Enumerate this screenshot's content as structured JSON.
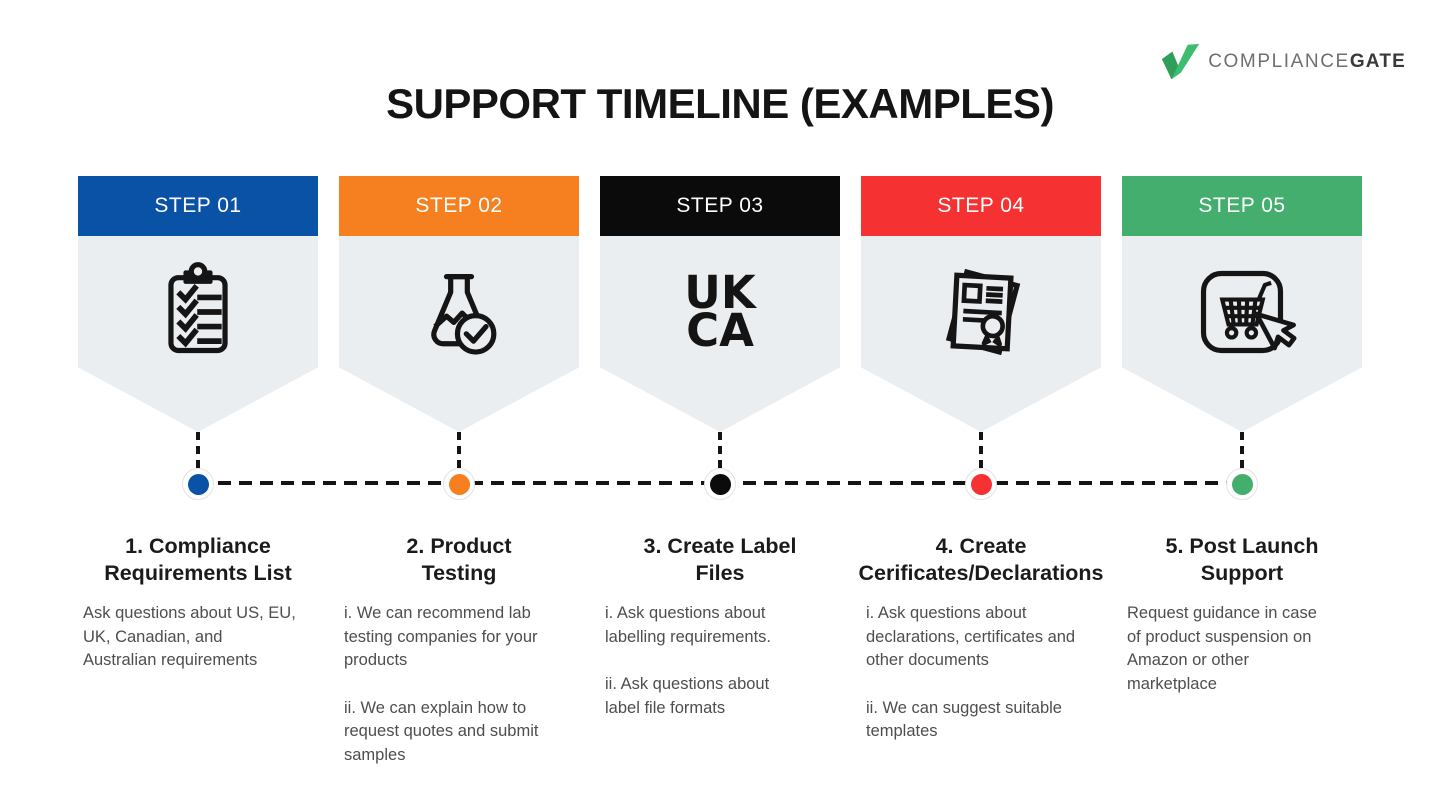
{
  "logo": {
    "brand_first": "COMPLIANCE",
    "brand_second": "GATE",
    "check_dark": "#2e9e58",
    "check_light": "#3ebd70"
  },
  "title": "SUPPORT TIMELINE (EXAMPLES)",
  "colors": {
    "panel_gray": "#ebeef1",
    "line_black": "#141414",
    "heading_text": "#1b1b1b",
    "body_text": "#4e4e4e"
  },
  "ukca": {
    "line1": "UK",
    "line2": "CA"
  },
  "steps": [
    {
      "label": "STEP 01",
      "color": "#0a52a6",
      "icon": "checklist-clipboard",
      "heading": "1. Compliance\nRequirements List",
      "body": "Ask questions about US, EU,\nUK, Canadian, and\nAustralian requirements"
    },
    {
      "label": "STEP 02",
      "color": "#f6801f",
      "icon": "lab-flask-check",
      "heading": "2. Product\nTesting",
      "body": "i. We can recommend lab\ntesting companies for your\nproducts\n\nii. We can explain how to\nrequest quotes and submit\nsamples"
    },
    {
      "label": "STEP 03",
      "color": "#0b0b0b",
      "icon": "ukca-mark",
      "heading": "3. Create Label\nFiles",
      "body": "i. Ask questions about\nlabelling requirements.\n\nii. Ask questions about\nlabel file formats"
    },
    {
      "label": "STEP 04",
      "color": "#f53131",
      "icon": "certificates-declarations",
      "heading": "4. Create\nCerificates/Declarations",
      "body": "i. Ask questions about\ndeclarations, certificates and\nother documents\n\nii. We can suggest suitable\ntemplates"
    },
    {
      "label": "STEP 05",
      "color": "#43ae6e",
      "icon": "marketplace-cart-click",
      "heading": "5. Post Launch\nSupport",
      "body": "Request guidance in case\nof product suspension on\nAmazon or other\nmarketplace"
    }
  ]
}
